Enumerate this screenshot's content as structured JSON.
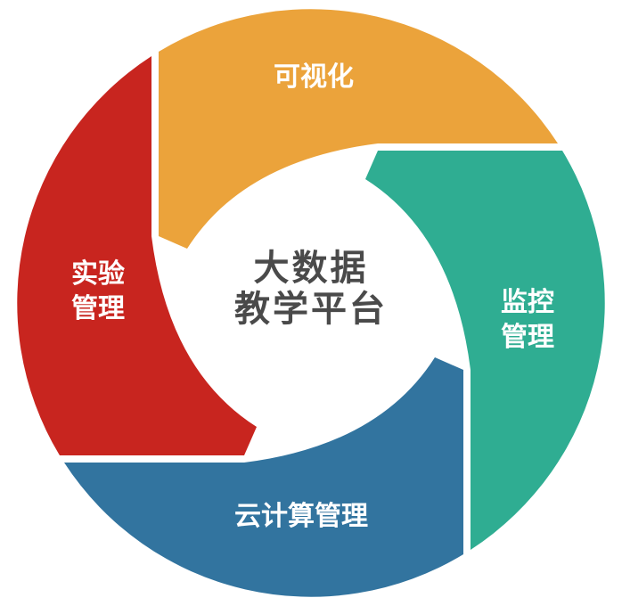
{
  "background": "#FFFFFF",
  "center": {
    "line1": "大数据",
    "line2": "教学平台",
    "color": "#4A4A4A"
  },
  "segments": [
    {
      "id": "visualization",
      "label": "可视化",
      "color": "#EBA33B",
      "text_color": "#FFFFFF"
    },
    {
      "id": "monitoring",
      "label_line1": "监控",
      "label_line2": "管理",
      "color": "#2FAD92",
      "text_color": "#FFFFFF"
    },
    {
      "id": "cloud-computing",
      "label": "云计算管理",
      "color": "#32749F",
      "text_color": "#FFFFFF"
    },
    {
      "id": "experiment",
      "label_line1": "实验",
      "label_line2": "管理",
      "color": "#C8251F",
      "text_color": "#FFFFFF"
    }
  ]
}
